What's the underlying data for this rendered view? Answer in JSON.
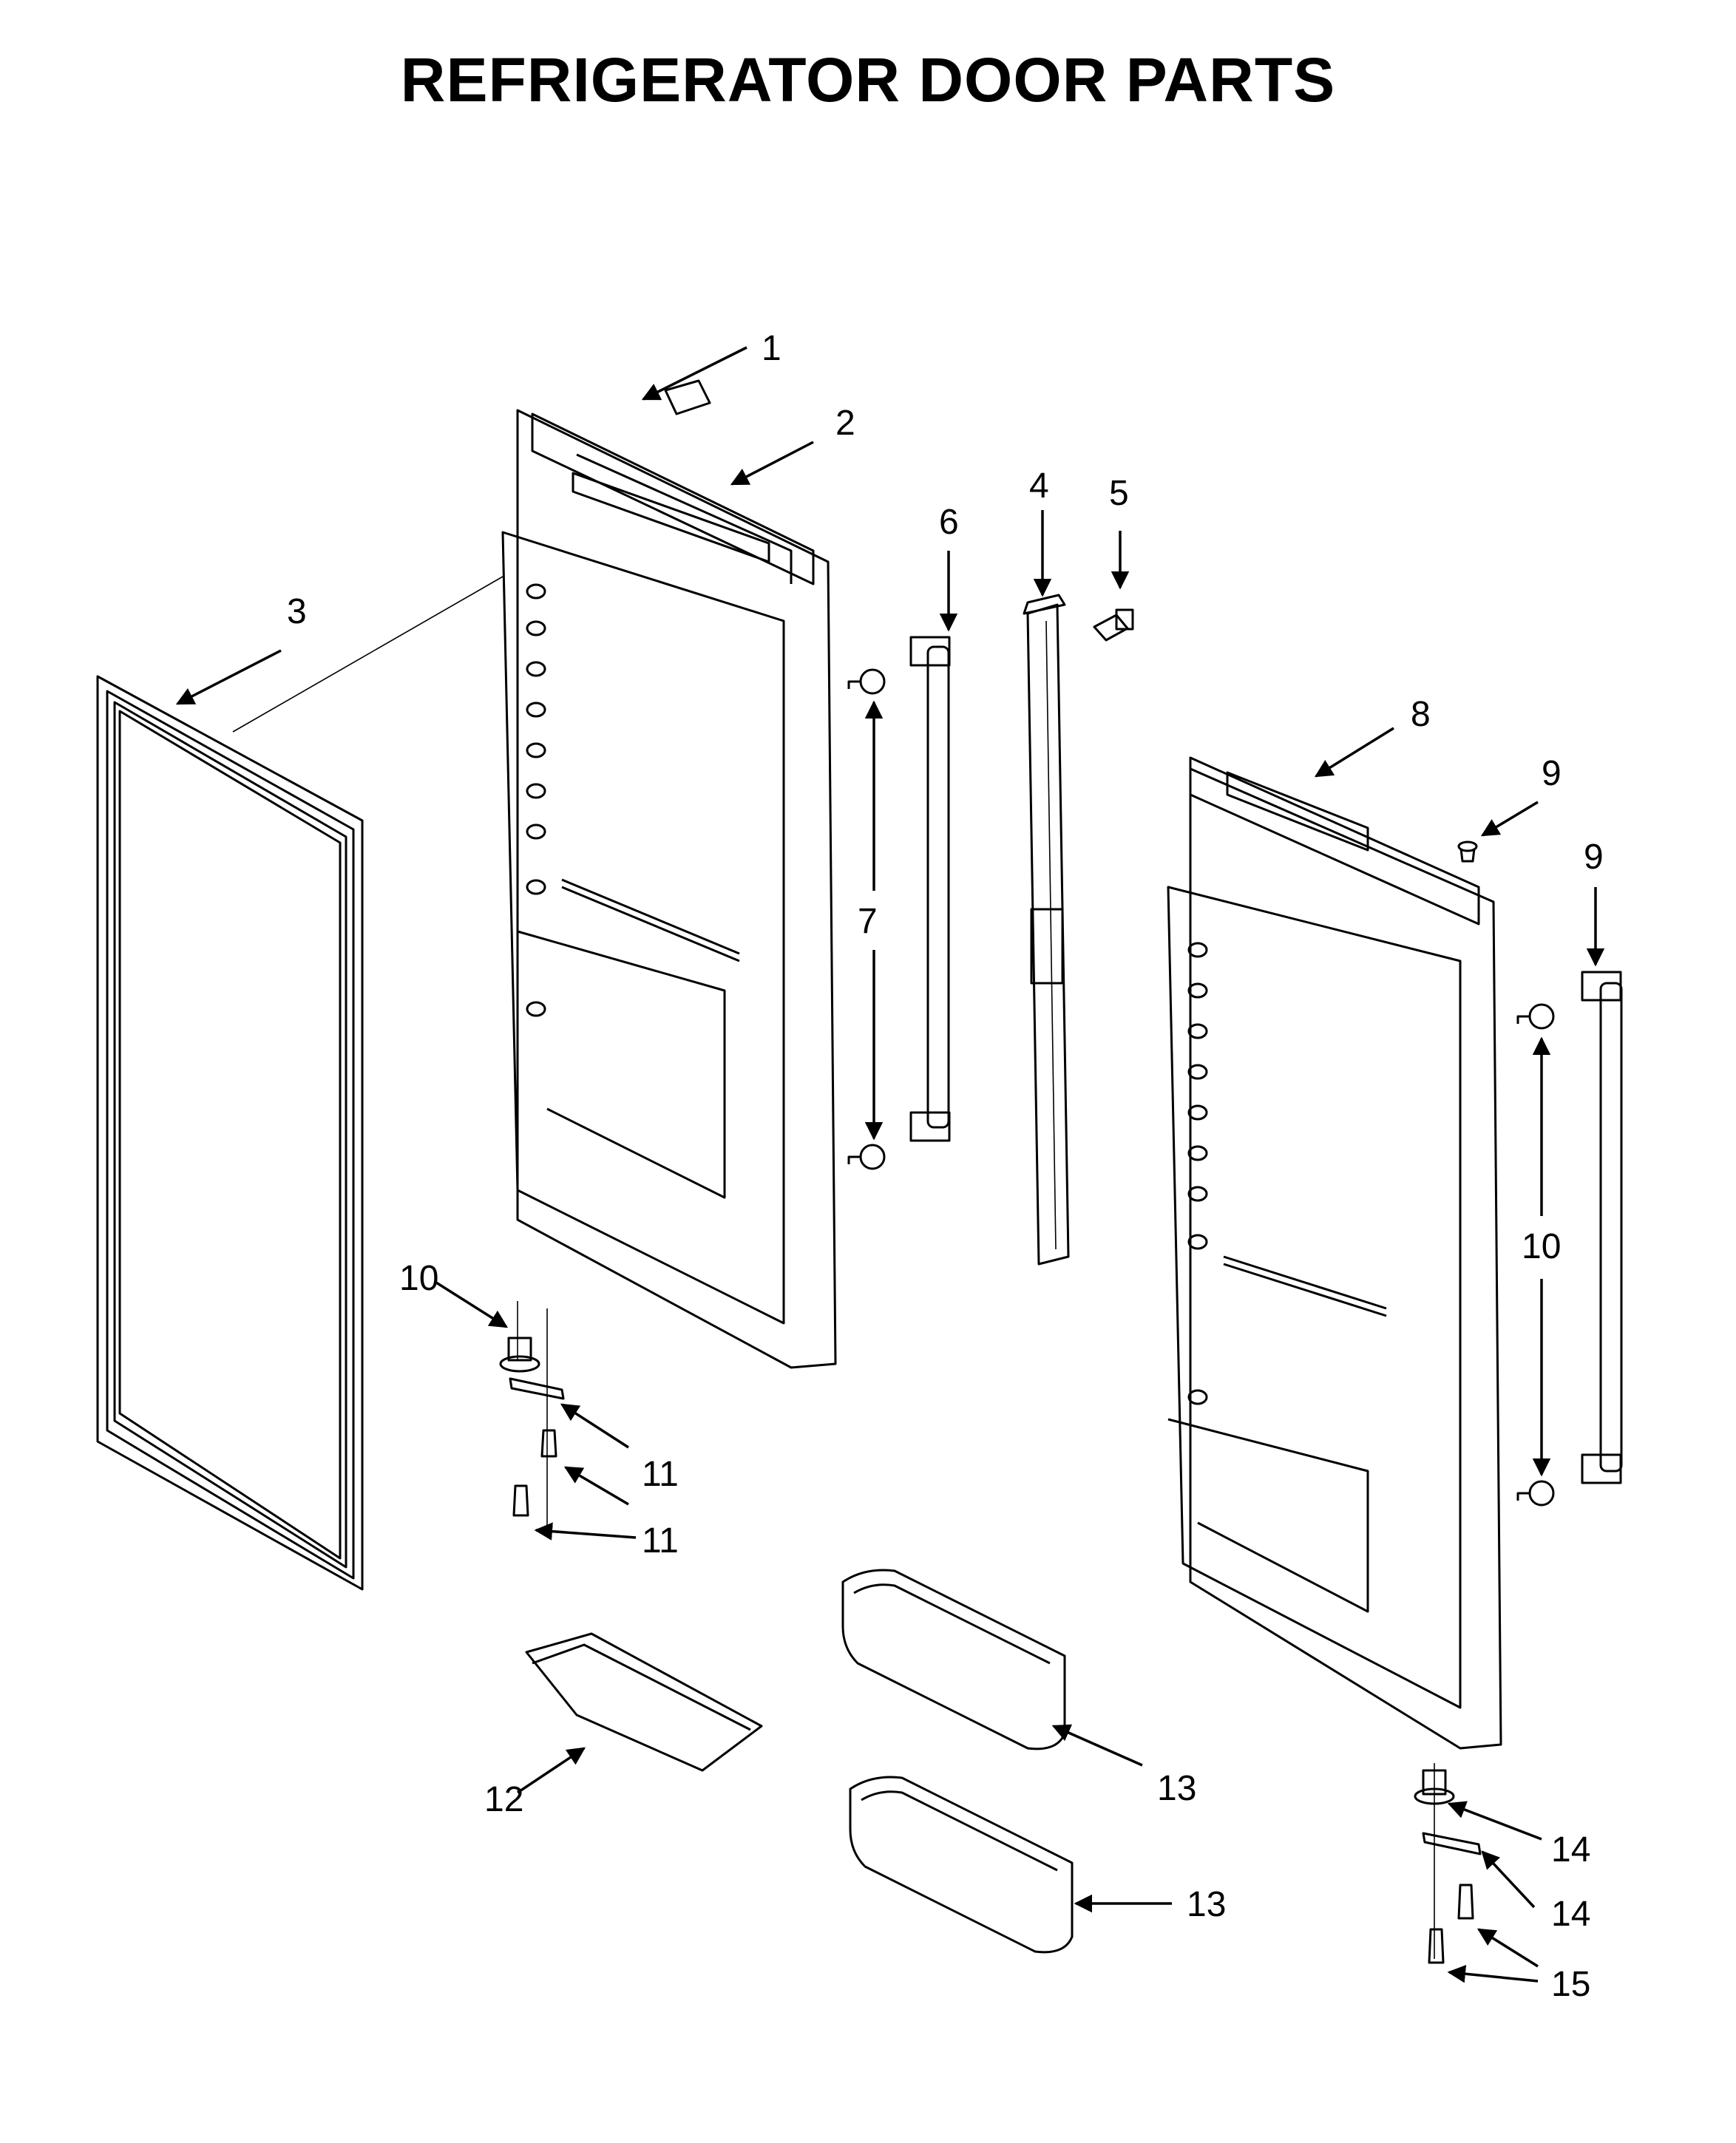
{
  "title": "REFRIGERATOR DOOR PARTS",
  "callouts": [
    "1",
    "2",
    "3",
    "4",
    "5",
    "6",
    "7",
    "8",
    "9",
    "9",
    "10",
    "10",
    "11",
    "11",
    "12",
    "13",
    "13",
    "14",
    "14",
    "15"
  ]
}
